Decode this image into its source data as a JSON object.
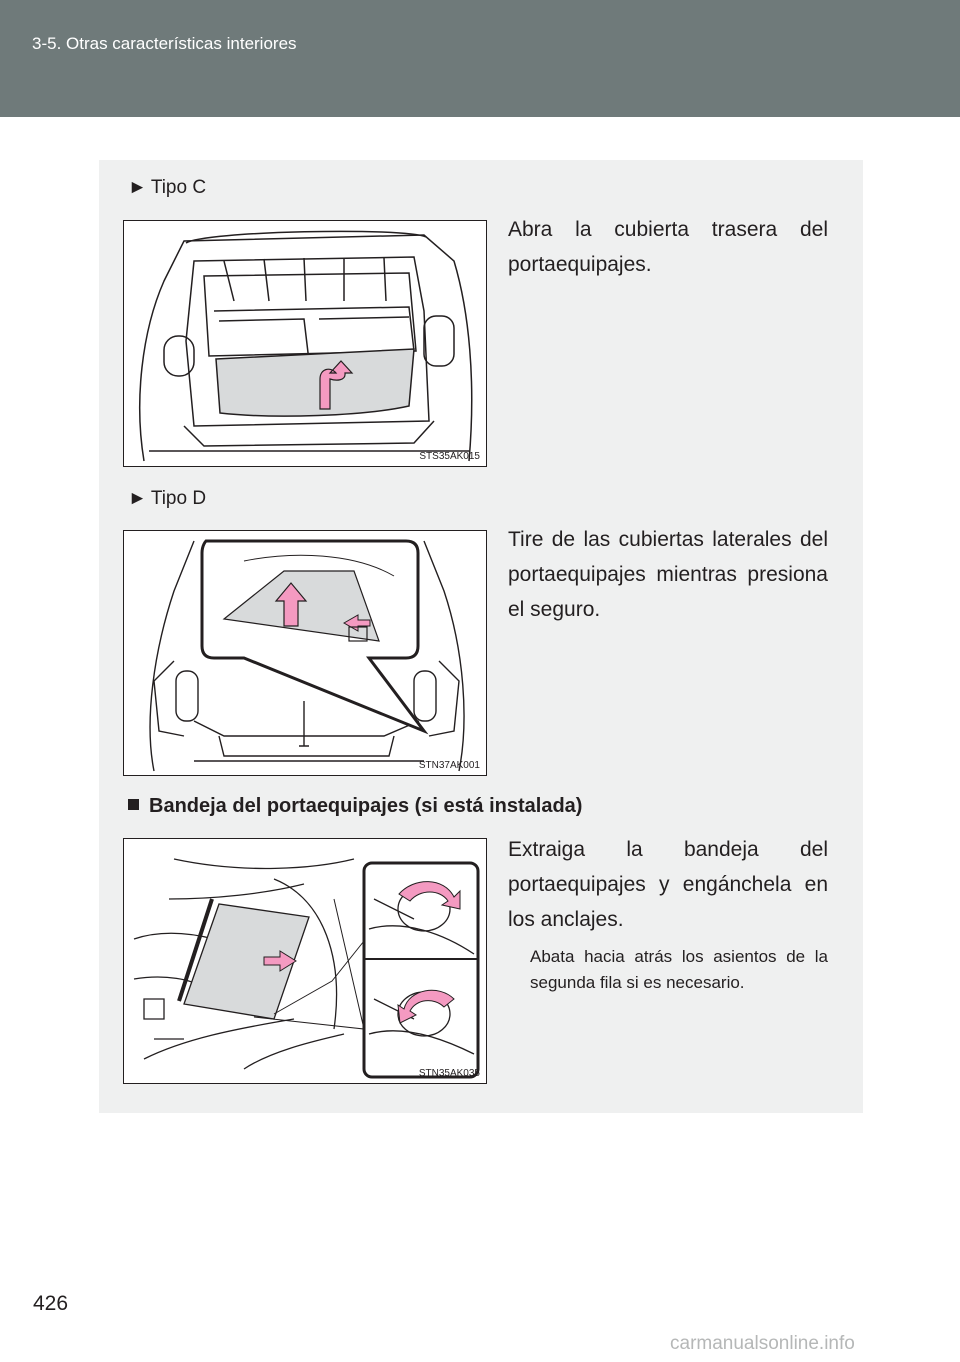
{
  "header": {
    "title": "3-5. Otras características interiores"
  },
  "type_c": {
    "label": "Tipo C",
    "text": "Abra la cubierta trasera del portaequipajes.",
    "figure_code": "STS35AK015"
  },
  "type_d": {
    "label": "Tipo D",
    "text": "Tire de las cubiertas laterales del portaequipajes mientras presiona el seguro.",
    "figure_code": "STN37AK001"
  },
  "tray": {
    "heading": "Bandeja del portaequipajes (si está instalada)",
    "text": "Extraiga la bandeja del portaequipajes y engánchela en los anclajes.",
    "note": "Abata hacia atrás los asientos de la segunda fila si es necesario.",
    "figure_code": "STN35AK035"
  },
  "page_number": "426",
  "watermark": "carmanualsonline.info",
  "colors": {
    "header": "#6f7a7a",
    "panel": "#eff0f0",
    "arrow": "#f49ac1"
  }
}
